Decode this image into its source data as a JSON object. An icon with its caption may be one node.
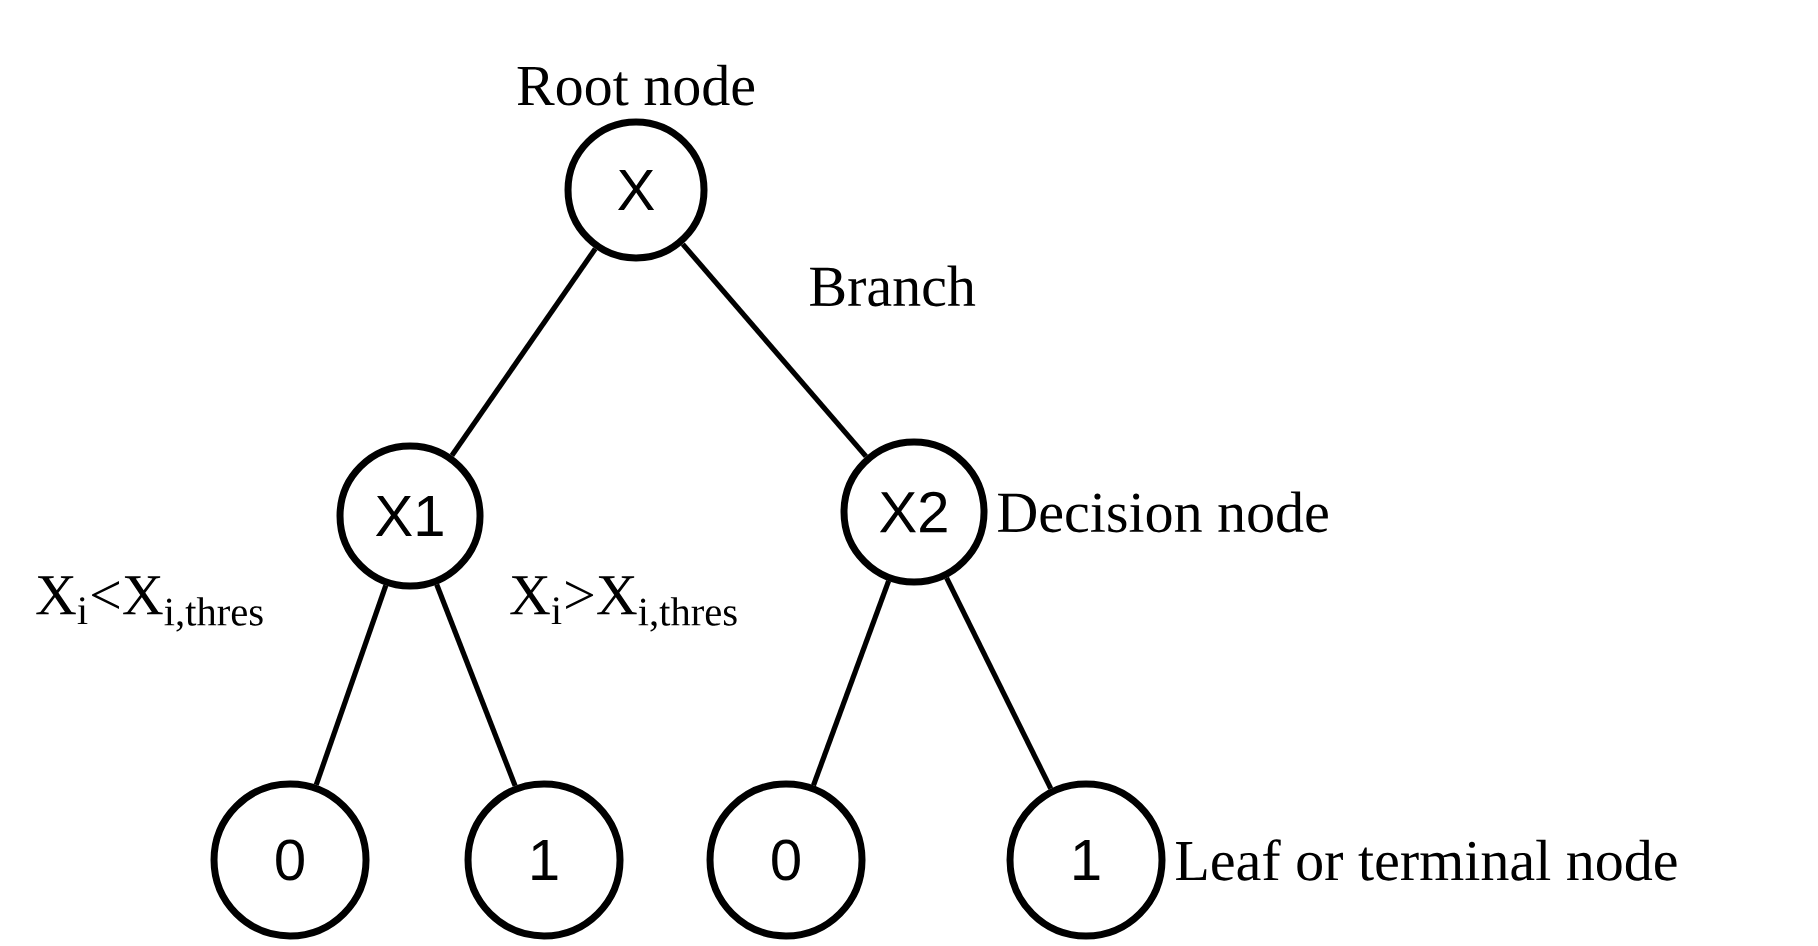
{
  "diagram": {
    "nodes": [
      {
        "text": [
          "X"
        ],
        "beside": [
          "Root node"
        ]
      },
      {
        "text": [
          "X1"
        ]
      },
      {
        "text": [
          "X2"
        ],
        "beside": [
          "Decision node"
        ]
      },
      {
        "text": [
          "0"
        ]
      },
      {
        "text": [
          "1"
        ]
      },
      {
        "text": [
          "0"
        ]
      },
      {
        "text": [
          "1"
        ],
        "beside": [
          "Leaf or terminal node"
        ]
      }
    ],
    "edges": [
      {
        "from": 0,
        "to": 1,
        "arrow": "none"
      },
      {
        "from": 0,
        "to": 2,
        "arrow": "none",
        "label": "Branch"
      },
      {
        "from": 1,
        "to": 3,
        "arrow": "none",
        "label": "X$_{i}$<X$_{i,thres}$"
      },
      {
        "from": 1,
        "to": 4,
        "arrow": "none",
        "label": "X$_{i}$>X$_{i,thres}$"
      },
      {
        "from": 2,
        "to": 5,
        "arrow": "none"
      },
      {
        "from": 2,
        "to": 6,
        "arrow": "none"
      }
    ]
  }
}
